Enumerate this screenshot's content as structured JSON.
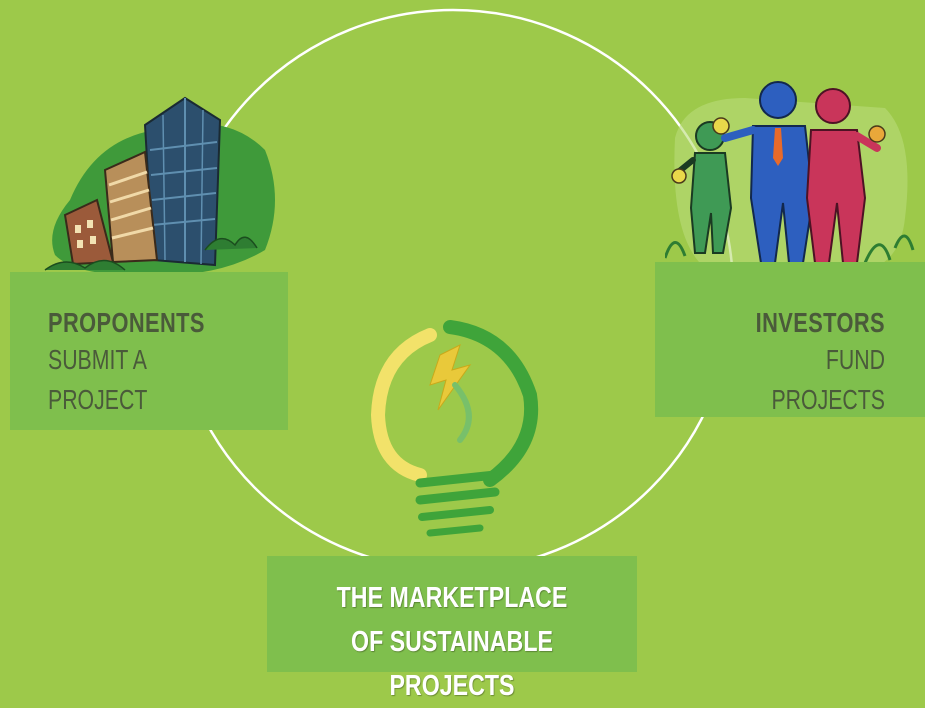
{
  "proponents": {
    "title": "PROPONENTS",
    "subtitle": "SUBMIT A PROJECT",
    "icon": "buildings-icon"
  },
  "investors": {
    "title": "INVESTORS",
    "subtitle": "FUND PROJECTS",
    "icon": "people-icon"
  },
  "marketplace": {
    "line1": "THE MARKETPLACE",
    "line2": "OF SUSTAINABLE PROJECTS",
    "icon": "lightbulb-icon"
  },
  "colors": {
    "background": "#9dc94a",
    "panel": "#7fbf4d",
    "text_dark": "#4a5a3a",
    "text_light": "#ffffff",
    "circle": "#ffffff"
  }
}
